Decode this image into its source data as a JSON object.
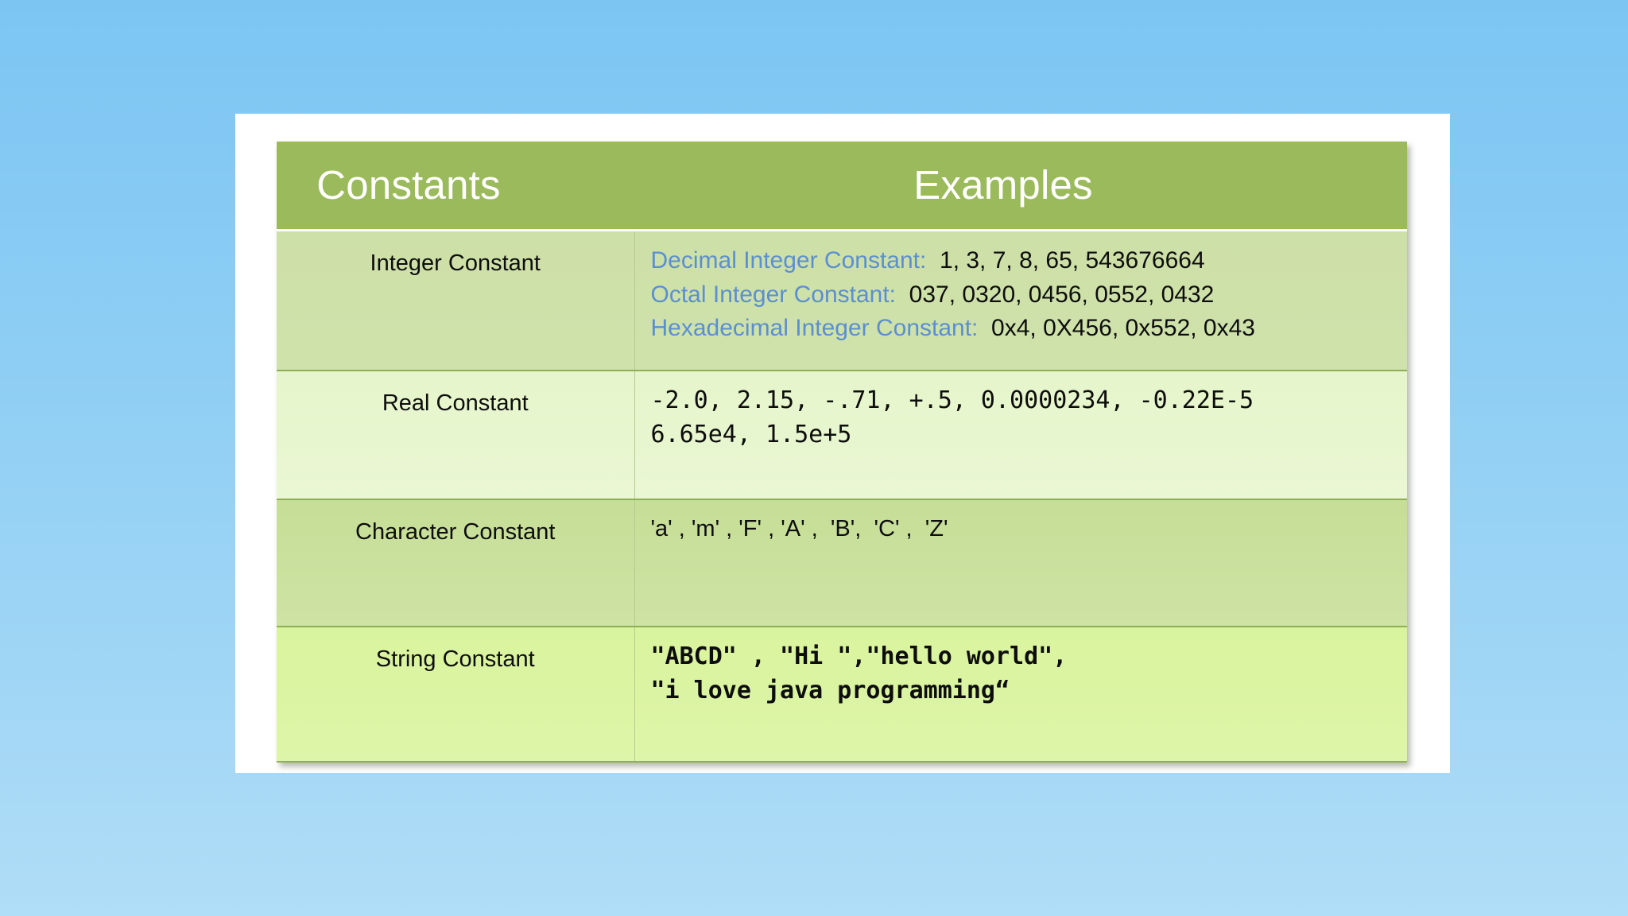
{
  "background": {
    "gradient_top": "#7cc5f3",
    "gradient_bottom": "#b0ddf7"
  },
  "slide": {
    "canvas_color": "#ffffff"
  },
  "table": {
    "header_bg": "#9bba5c",
    "header_text_color": "#ffffff",
    "keyword_color": "#5b8fd0",
    "headers": {
      "left": "Constants",
      "right": "Examples"
    },
    "rows": [
      {
        "label": "Integer Constant",
        "bg": "#cde0a7",
        "style": "keyword-lines",
        "lines": [
          {
            "keyword": "Decimal Integer Constant:",
            "values": "  1, 3, 7, 8, 65, 543676664"
          },
          {
            "keyword": "Octal Integer Constant:",
            "values": "  037, 0320, 0456, 0552, 0432"
          },
          {
            "keyword": "Hexadecimal Integer Constant:",
            "values": "  0x4, 0X456, 0x552, 0x43"
          }
        ]
      },
      {
        "label": "Real Constant",
        "bg": "#e6f5cb",
        "style": "mono",
        "lines": [
          "-2.0, 2.15, -.71, +.5, 0.0000234, -0.22E-5",
          "6.65e4, 1.5e+5"
        ]
      },
      {
        "label": "Character Constant",
        "bg": "#c6de97",
        "style": "sans",
        "lines": [
          "'a' , 'm' , 'F' , 'A' ,  'B',  'C' ,  'Z'"
        ]
      },
      {
        "label": "String Constant",
        "bg": "#d9f49e",
        "style": "mono-bold",
        "lines": [
          "\"ABCD\" , \"Hi \",\"hello world\",",
          "\"i love java programming“"
        ]
      }
    ]
  }
}
